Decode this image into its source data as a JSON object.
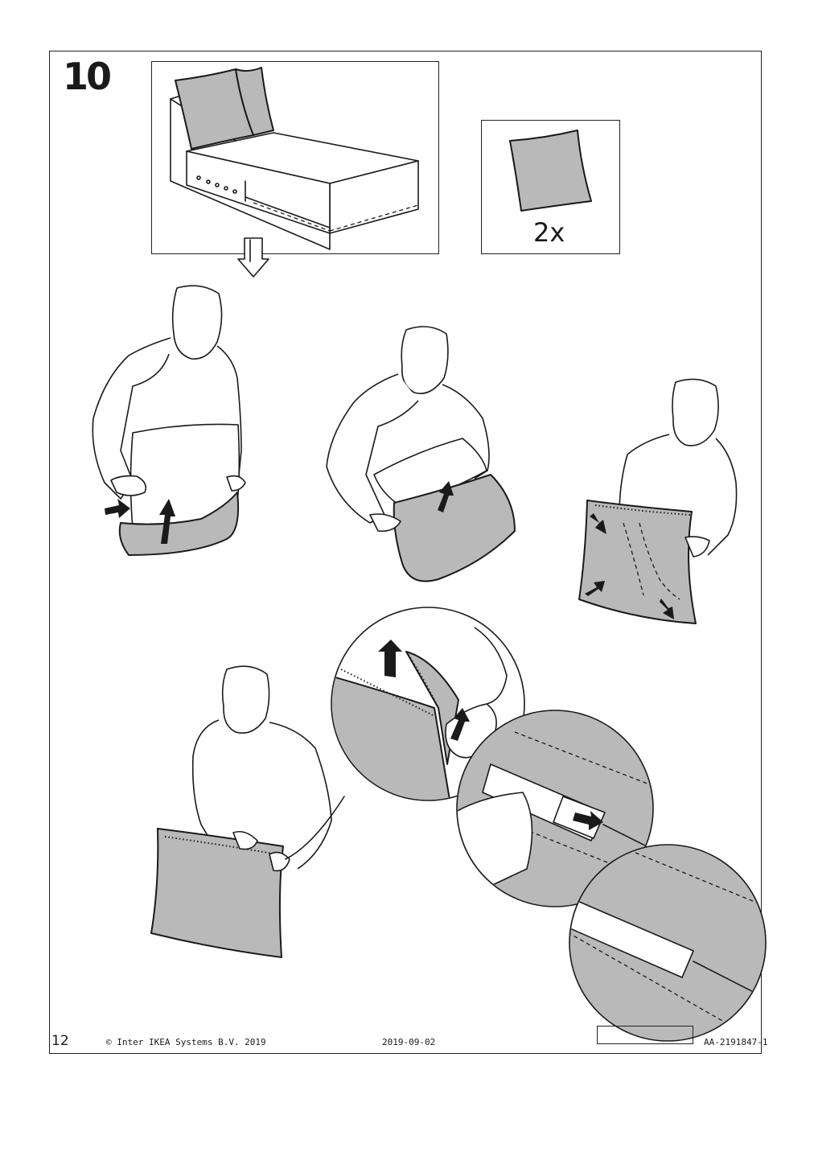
{
  "step": {
    "number": "10"
  },
  "quantity_callout": {
    "label": "2x"
  },
  "footer": {
    "page_number": "12",
    "copyright": "© Inter IKEA Systems B.V. 2019",
    "date": "2019-09-02",
    "doc_id": "AA-2191847-1"
  },
  "colors": {
    "fabric_gray": "#b9b9b9",
    "line": "#1a1a1a",
    "background": "#ffffff"
  },
  "icons": [
    "chaise-lounge-with-cushions-icon",
    "cushion-icon",
    "down-arrow-icon",
    "push-arrow-icon",
    "zipper-pull-icon"
  ]
}
